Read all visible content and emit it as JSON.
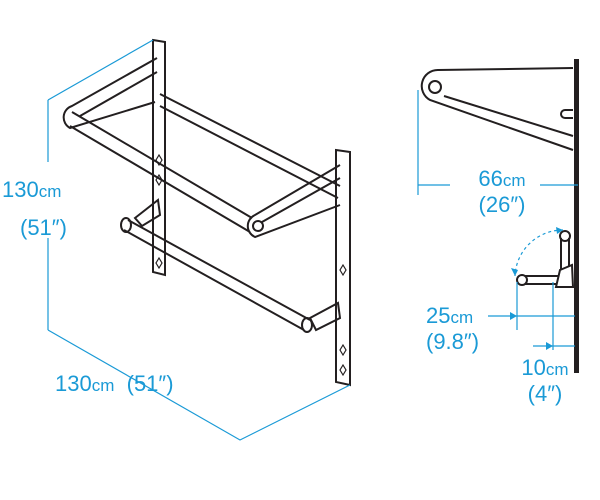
{
  "colors": {
    "dimension": "#1a9ad6",
    "line": "#231f20"
  },
  "dimensions": {
    "height": {
      "metric": "130",
      "metric_unit": "cm",
      "imperial": "(51″)"
    },
    "width": {
      "metric": "130",
      "metric_unit": "cm",
      "imperial": "(51″)"
    },
    "depth": {
      "metric": "66",
      "metric_unit": "cm",
      "imperial": "(26″)"
    },
    "lower_bar_reach": {
      "metric": "25",
      "metric_unit": "cm",
      "imperial": "(9.8″)"
    },
    "lower_bar_folded": {
      "metric": "10",
      "metric_unit": "cm",
      "imperial": "(4″)"
    }
  }
}
